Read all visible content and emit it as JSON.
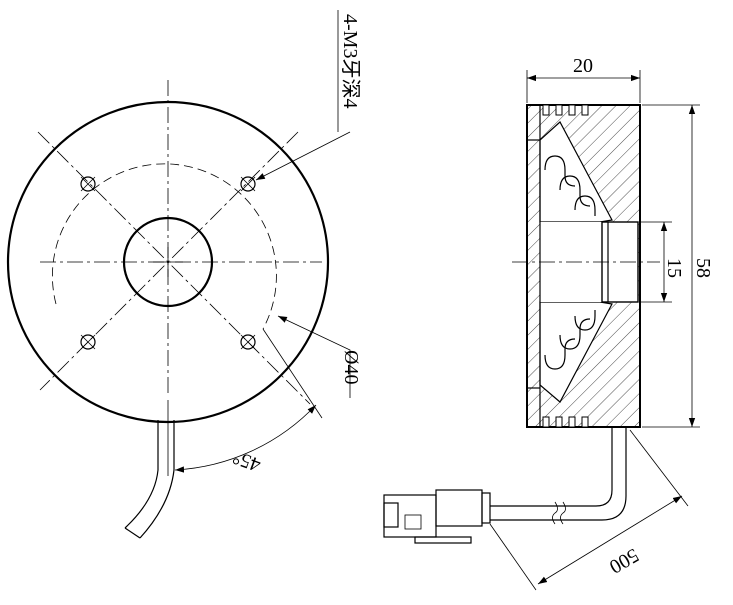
{
  "front_view": {
    "hole_callout": "4-M3牙深4",
    "diameter_label": "Ø40",
    "angle_label": "45°"
  },
  "side_view": {
    "thickness_label": "20",
    "outer_height_label": "58",
    "bore_label": "15",
    "cable_length_label": "500"
  },
  "colors": {
    "line": "#000000",
    "background": "#ffffff"
  }
}
